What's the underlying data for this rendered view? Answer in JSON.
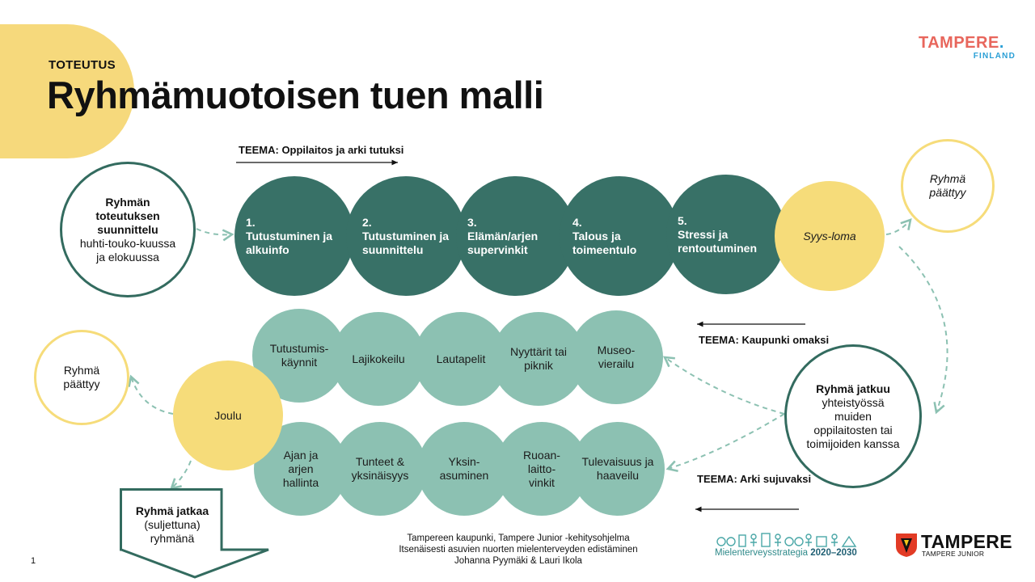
{
  "header": {
    "kicker": "TOTEUTUS",
    "title": "Ryhmämuotoisen tuen malli"
  },
  "logo_top": {
    "word": "TAMPERE",
    "dot": ".",
    "sub": "FINLAND"
  },
  "planning": {
    "title": "Ryhmän toteutuksen suunnittelu",
    "body": "huhti-touko-kuussa ja elokuussa"
  },
  "theme1": "TEEMA: Oppilaitos  ja arki tutuksi",
  "steps": [
    {
      "num": "1.",
      "label": "Tutustuminen ja alkuinfo"
    },
    {
      "num": "2.",
      "label": "Tutustuminen ja suunnittelu"
    },
    {
      "num": "3.",
      "label": "Elämän/arjen supervinkit"
    },
    {
      "num": "4.",
      "label": "Talous ja toimeentulo"
    },
    {
      "num": "5.",
      "label": "Stressi ja rentoutuminen"
    }
  ],
  "autumn_break": "Syys-loma",
  "ended_right": "Ryhmä päättyy",
  "theme2": "TEEMA: Kaupunki  omaksi",
  "theme3": "TEEMA: Arki sujuvaksi",
  "row_upper": [
    "Tutustumis-käynnit",
    "Lajikokeilu",
    "Lautapelit",
    "Nyyttärit tai piknik",
    "Museo-vierailu"
  ],
  "row_lower": [
    "Ajan ja arjen hallinta",
    "Tunteet & yksinäisyys",
    "Yksin-asuminen",
    "Ruoan-laitto-vinkit",
    "Tulevaisuus ja haaveilu"
  ],
  "continues": {
    "title": "Ryhmä jatkuu",
    "body": "yhteistyössä muiden oppilaitosten tai toimijoiden kanssa"
  },
  "christmas": "Joulu",
  "ended_left": "Ryhmä päättyy",
  "continues_closed": {
    "title": "Ryhmä jatkaa",
    "body": "(suljettuna) ryhmänä"
  },
  "footer": [
    "Tampereen kaupunki,  Tampere Junior  -kehitysohjelma",
    "Itsenäisesti asuvien nuorten mielenterveyden edistäminen",
    "Johanna Pyymäki & Lauri Ikola"
  ],
  "page_number": "1",
  "strategy": {
    "label": "Mielenterveysstrategia",
    "years": "2020–2030"
  },
  "logo_bottom": {
    "word": "TAMPERE",
    "sub": "TAMPERE JUNIOR"
  },
  "colors": {
    "dark_green": "#387167",
    "light_green": "#8cc1b2",
    "yellow": "#f6dc7a",
    "dashed": "#8cc1b2"
  }
}
